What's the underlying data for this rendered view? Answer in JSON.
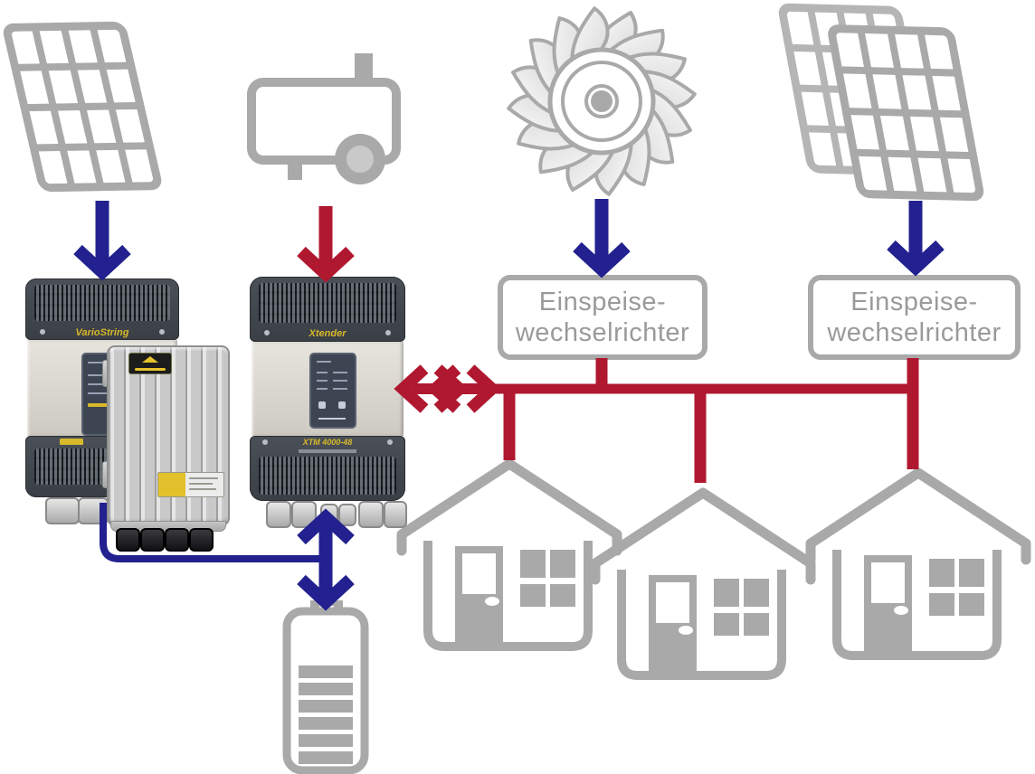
{
  "diagram": {
    "feed_inverters": [
      {
        "line1": "Einspeise-",
        "line2": "wechselrichter"
      },
      {
        "line1": "Einspeise-",
        "line2": "wechselrichter"
      }
    ],
    "devices": {
      "solar_charger_label": "VarioString",
      "inverter_label": "Xtender",
      "inverter_model": "XTM 4000-48"
    },
    "icons": {
      "top_row": [
        "solar-panel-icon",
        "generator-icon",
        "hydro-turbine-icon",
        "solar-array-icon"
      ],
      "bottom_row": [
        "house-icon",
        "house-icon",
        "house-icon",
        "battery-icon"
      ]
    },
    "connections": {
      "dc_arrows": [
        "solar-panel to VarioString",
        "turbine to feed-in inverter 1",
        "solar-array to feed-in inverter 2",
        "Xtender to battery (bidirectional)",
        "VarioString/MPPT to battery"
      ],
      "ac_arrows": [
        "generator to Xtender",
        "Xtender to AC bus (bidirectional)",
        "AC bus to houses",
        "feed-in inverters to AC bus"
      ]
    },
    "colors": {
      "dc_blue": "#22218f",
      "ac_red": "#b01830",
      "icon_gray": "#a9a9a9",
      "text_gray": "#9a9a9a",
      "device_dark": "#3a3e45",
      "device_body": "#dbd8cf",
      "label_yellow": "#d8b92a"
    }
  }
}
